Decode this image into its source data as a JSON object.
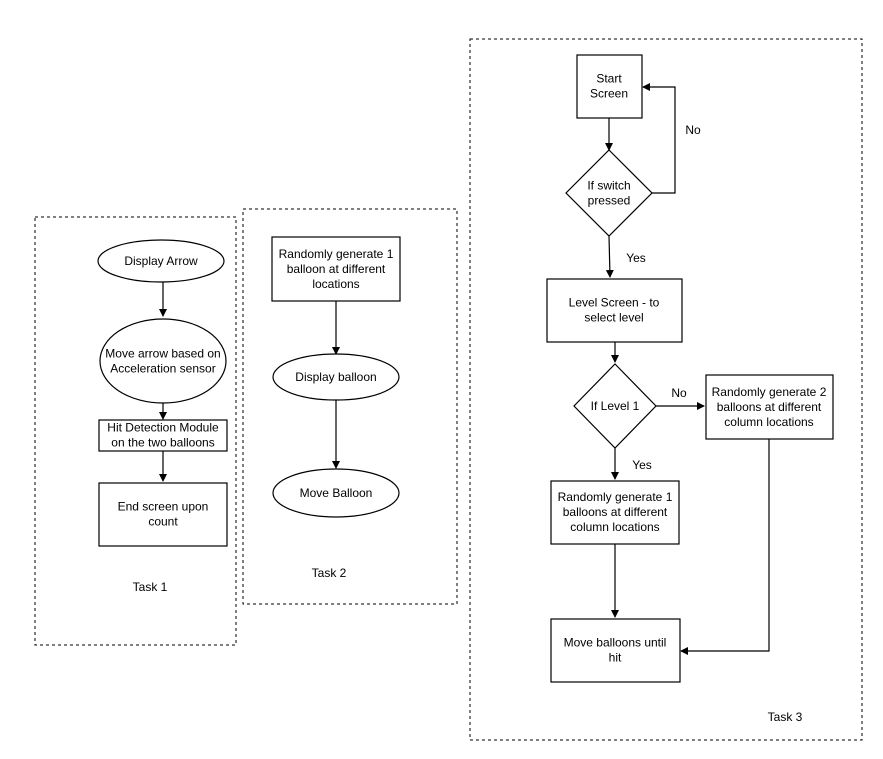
{
  "groups": {
    "task1": {
      "label": "Task 1"
    },
    "task2": {
      "label": "Task 2"
    },
    "task3": {
      "label": "Task 3"
    }
  },
  "nodes": {
    "display_arrow": {
      "lines": [
        "Display Arrow"
      ]
    },
    "move_arrow": {
      "lines": [
        "Move arrow based on",
        "Acceleration sensor"
      ]
    },
    "hit_detection": {
      "lines": [
        "Hit Detection Module",
        "on the two balloons"
      ]
    },
    "end_screen": {
      "lines": [
        "End screen upon",
        "count"
      ]
    },
    "random_1_balloon": {
      "lines": [
        "Randomly generate 1",
        "balloon at different",
        "locations"
      ]
    },
    "display_balloon": {
      "lines": [
        "Display balloon"
      ]
    },
    "move_balloon": {
      "lines": [
        "Move Balloon"
      ]
    },
    "start_screen": {
      "lines": [
        "Start",
        "Screen"
      ]
    },
    "if_switch": {
      "lines": [
        "If switch",
        "pressed"
      ]
    },
    "level_screen": {
      "lines": [
        "Level Screen - to",
        "select level"
      ]
    },
    "if_level1": {
      "lines": [
        "If Level 1"
      ]
    },
    "random_2_balloons_col": {
      "lines": [
        "Randomly generate 2",
        "balloons at different",
        "column locations"
      ]
    },
    "random_1_balloons_col": {
      "lines": [
        "Randomly generate 1",
        "balloons at different",
        "column locations"
      ]
    },
    "move_until_hit": {
      "lines": [
        "Move balloons until",
        "hit"
      ]
    }
  },
  "edge_labels": {
    "switch_no": "No",
    "switch_yes": "Yes",
    "level_no": "No",
    "level_yes": "Yes"
  }
}
